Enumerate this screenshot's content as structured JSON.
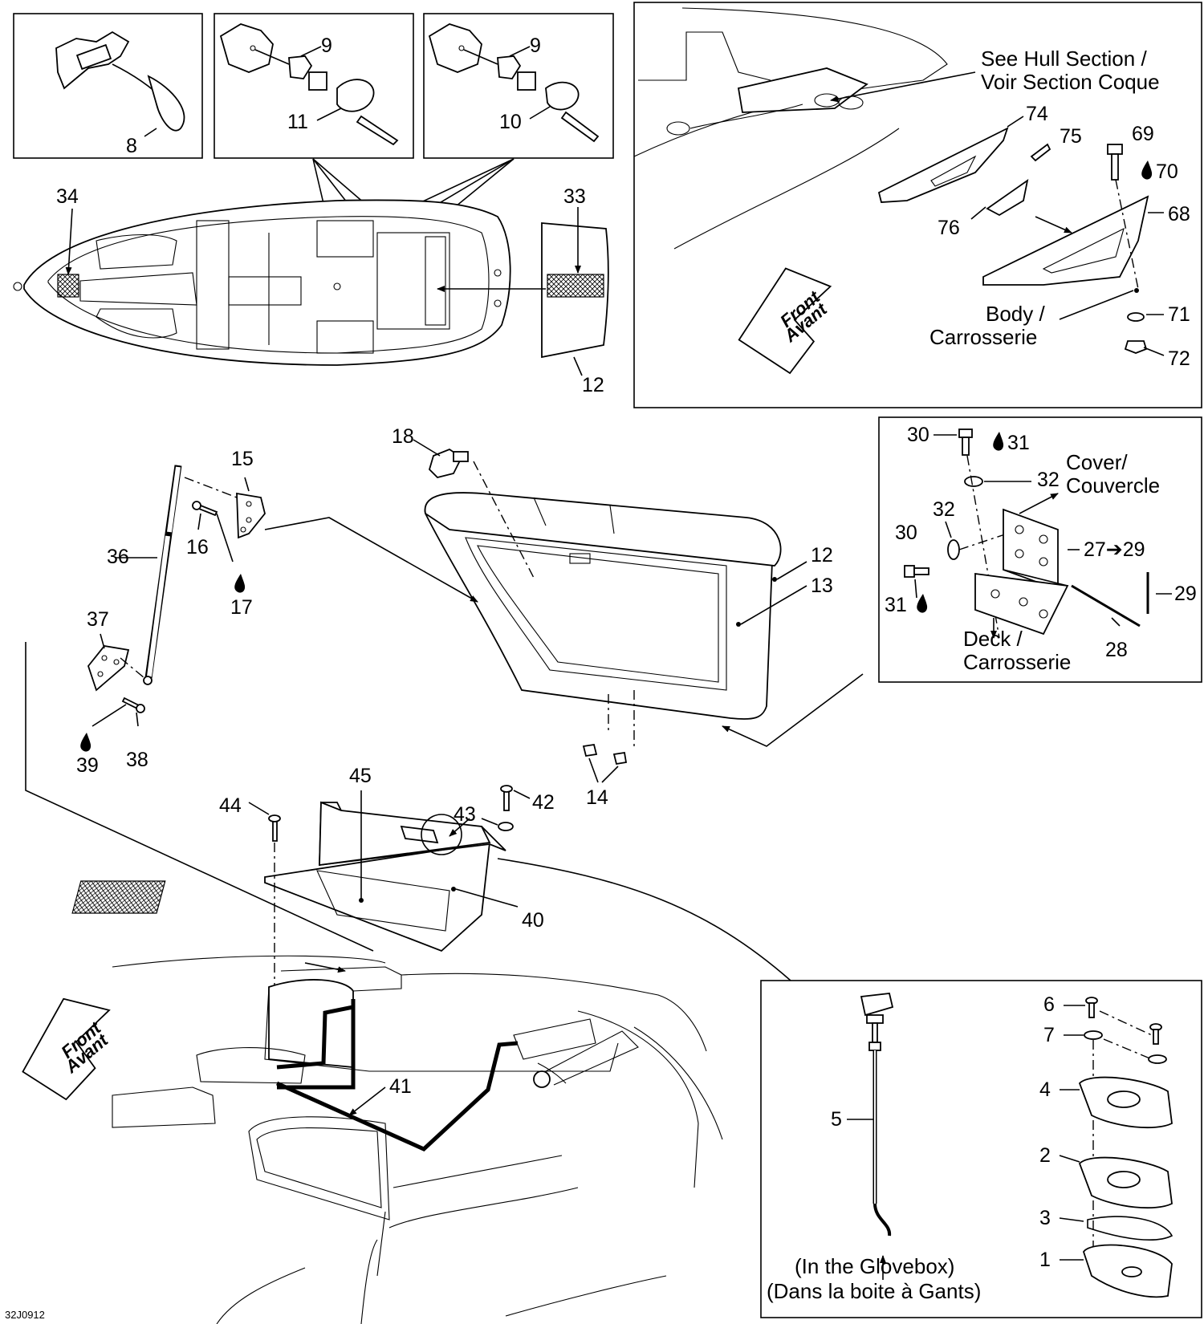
{
  "diagram": {
    "doc_code": "32J0912",
    "callouts": {
      "c1": "1",
      "c2": "2",
      "c3": "3",
      "c4": "4",
      "c5": "5",
      "c6": "6",
      "c7": "7",
      "c8": "8",
      "c9a": "9",
      "c9b": "9",
      "c10": "10",
      "c11": "11",
      "c12a": "12",
      "c12b": "12",
      "c13": "13",
      "c14": "14",
      "c15": "15",
      "c16": "16",
      "c17": "17",
      "c18": "18",
      "c27": "27➔29",
      "c28": "28",
      "c29": "29",
      "c30a": "30",
      "c30b": "30",
      "c31a": "31",
      "c31b": "31",
      "c32a": "32",
      "c32b": "32",
      "c33": "33",
      "c34": "34",
      "c36": "36",
      "c37": "37",
      "c38": "38",
      "c39": "39",
      "c40": "40",
      "c41": "41",
      "c42": "42",
      "c43": "43",
      "c44": "44",
      "c45": "45",
      "c68": "68",
      "c69": "69",
      "c70": "70",
      "c71": "71",
      "c72": "72",
      "c74": "74",
      "c75": "75",
      "c76": "76"
    },
    "labels": {
      "hull_line1": "See Hull Section /",
      "hull_line2": "Voir Section Coque",
      "body_line1": "Body /",
      "body_line2": "Carrosserie",
      "cover_line1": "Cover/",
      "cover_line2": "Couvercle",
      "deck_line1": "Deck /",
      "deck_line2": "Carrosserie",
      "glovebox_line1": "(In the Glovebox)",
      "glovebox_line2": "(Dans la boite à Gants)",
      "front_a1": "Front",
      "front_a2": "Avant",
      "front_b1": "Front",
      "front_b2": "Avant"
    }
  }
}
